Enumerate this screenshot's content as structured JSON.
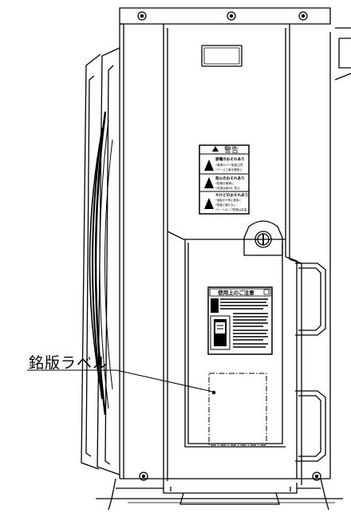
{
  "diagram": {
    "callout_label": "銘版ラベル",
    "warning_label": {
      "title": "警告",
      "sections": [
        {
          "heading": "感電のおそれあり",
          "lines": [
            "•電源カバー取扱注意",
            "•アース工事を確実に"
          ]
        },
        {
          "heading": "発火のおそれあり",
          "lines": [
            "•配線を確実に",
            "•改造は絶対に禁止"
          ]
        },
        {
          "heading": "やけどのおそれあり",
          "lines": [
            "•運転中や停止直後に",
            "•配管に触れない",
            "•ヒートポンプ配管は高温"
          ]
        }
      ]
    },
    "usage_label": {
      "title": "使用上のご注意"
    }
  },
  "colors": {
    "line": "#000000",
    "background": "#ffffff"
  }
}
